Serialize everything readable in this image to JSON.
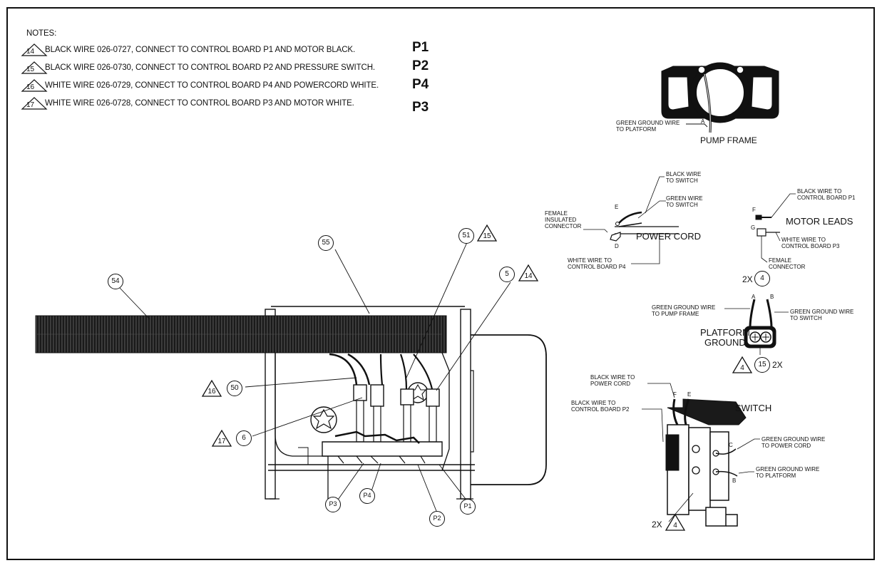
{
  "notes": {
    "heading": "NOTES:",
    "items": [
      {
        "num": "14",
        "text": "BLACK WIRE 026-0727, CONNECT TO CONTROL BOARD P1 AND MOTOR BLACK.",
        "tag": "P1"
      },
      {
        "num": "15",
        "text": "BLACK WIRE 026-0730, CONNECT TO CONTROL BOARD P2 AND PRESSURE SWITCH.",
        "tag": "P2"
      },
      {
        "num": "16",
        "text": "WHITE WIRE 026-0729, CONNECT TO CONTROL BOARD P4 AND POWERCORD WHITE.",
        "tag": "P4"
      },
      {
        "num": "17",
        "text": "WHITE WIRE 026-0728, CONNECT TO CONTROL BOARD P3 AND MOTOR WHITE.",
        "tag": "P3"
      }
    ]
  },
  "pump_frame": {
    "caption": "PUMP FRAME",
    "ground_label_1": "GREEN GROUND WIRE",
    "ground_label_2": "TO PLATFORM",
    "letter_a": "A"
  },
  "power_cord": {
    "caption": "POWER CORD",
    "black_1": "BLACK WIRE",
    "black_2": "TO SWITCH",
    "green_1": "GREEN WIRE",
    "green_2": "TO SWITCH",
    "female_1": "FEMALE",
    "female_2": "INSULATED",
    "female_3": "CONNECTOR",
    "white_1": "WHITE WIRE TO",
    "white_2": "CONTROL BOARD P4",
    "letter_e": "E",
    "letter_d": "D"
  },
  "motor_leads": {
    "caption": "MOTOR LEADS",
    "black_1": "BLACK WIRE TO",
    "black_2": "CONTROL BOARD P1",
    "white_1": "WHITE WIRE TO",
    "white_2": "CONTROL BOARD P3",
    "female_1": "FEMALE",
    "female_2": "CONNECTOR",
    "letter_f": "F",
    "letter_g": "G"
  },
  "platform_ground": {
    "caption_1": "PLATFORM",
    "caption_2": "GROUND",
    "left_1": "GREEN GROUND WIRE",
    "left_2": "TO PUMP FRAME",
    "right_1": "GREEN GROUND WIRE",
    "right_2": "TO SWITCH",
    "qty_top": "2X",
    "qty_bottom": "2X",
    "ref_top": "4",
    "ref_tri": "4",
    "ref_circle": "15",
    "letter_a": "A",
    "letter_b": "B"
  },
  "switch": {
    "caption": "SWITCH",
    "black_cord_1": "BLACK WIRE TO",
    "black_cord_2": "POWER CORD",
    "black_board_1": "BLACK WIRE TO",
    "black_board_2": "CONTROL BOARD P2",
    "green_cord_1": "GREEN GROUND WIRE",
    "green_cord_2": "TO POWER CORD",
    "green_plat_1": "GREEN GROUND WIRE",
    "green_plat_2": "TO PLATFORM",
    "qty": "2X",
    "ref_tri": "4",
    "letter_f": "F",
    "letter_e": "E",
    "letter_c": "C",
    "letter_b": "B"
  },
  "assembly": {
    "circles": [
      {
        "id": "54",
        "label": "54"
      },
      {
        "id": "55",
        "label": "55"
      },
      {
        "id": "51",
        "label": "51"
      },
      {
        "id": "5",
        "label": "5"
      },
      {
        "id": "50",
        "label": "50"
      },
      {
        "id": "6",
        "label": "6"
      },
      {
        "id": "p3",
        "label": "P3"
      },
      {
        "id": "p4",
        "label": "P4"
      },
      {
        "id": "p2",
        "label": "P2"
      },
      {
        "id": "p1",
        "label": "P1"
      }
    ],
    "triangles": [
      {
        "id": "15",
        "label": "15"
      },
      {
        "id": "14",
        "label": "14"
      },
      {
        "id": "16",
        "label": "16"
      },
      {
        "id": "17",
        "label": "17"
      }
    ]
  }
}
